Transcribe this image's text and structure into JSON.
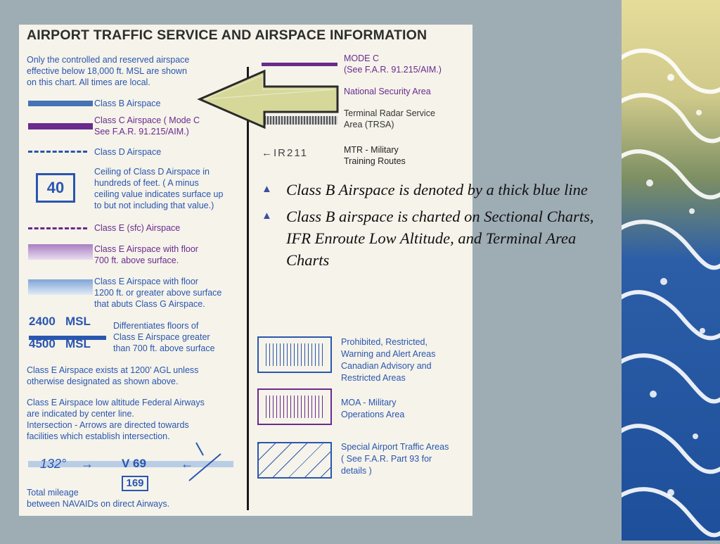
{
  "legend": {
    "title": "AIRPORT TRAFFIC SERVICE AND AIRSPACE INFORMATION",
    "intro": [
      "Only the controlled and reserved airspace",
      "effective below 18,000 ft. MSL are shown",
      "on this chart.  All times are local."
    ],
    "class_b": "Class B Airspace",
    "class_c": [
      "Class C Airspace ( Mode C",
      "See F.A.R. 91.215/AIM.)"
    ],
    "class_d": "Class D Airspace",
    "ceiling_value": "40",
    "ceiling_text": [
      "Ceiling of Class D Airspace in",
      "hundreds of feet. ( A minus",
      "ceiling value indicates surface up",
      "to but not including that value.)"
    ],
    "class_e_sfc": "Class E (sfc) Airspace",
    "class_e_700": [
      "Class E Airspace with floor",
      "700 ft. above surface."
    ],
    "class_e_1200": [
      "Class E Airspace with floor",
      "1200 ft. or greater above surface",
      "that abuts Class G Airspace."
    ],
    "msl_top": "2400   MSL",
    "msl_bottom": "4500   MSL",
    "msl_text": [
      "Differentiates floors of",
      "Class E Airspace greater",
      "than 700 ft. above surface"
    ],
    "agl_note": [
      "Class E Airspace exists at 1200' AGL unless",
      "otherwise designated as shown above."
    ],
    "airways_note": [
      "Class E Airspace low altitude Federal Airways",
      "are indicated by center line.",
      "Intersection - Arrows are directed towards",
      "facilities which establish intersection."
    ],
    "airway_bearing": "132°",
    "airway_name": "V 69",
    "mileage_value": "169",
    "mileage_text": [
      "Total mileage",
      "between NAVAIDs on direct Airways."
    ],
    "mode_c": [
      "MODE C",
      "(See F.A.R. 91.215/AIM.)"
    ],
    "nsa": "National Security Area",
    "trsa": [
      "Terminal Radar Service",
      "Area (TRSA)"
    ],
    "mtr_sample": "IR211",
    "mtr": [
      "MTR - Military",
      "Training Routes"
    ]
  },
  "lower": {
    "prohibited": [
      "Prohibited, Restricted,",
      "Warning and Alert Areas",
      "Canadian Advisory and",
      "Restricted Areas"
    ],
    "moa": [
      "MOA - Military",
      "Operations Area"
    ],
    "special": [
      "Special Airport Traffic Areas",
      "( See F.A.R. Part 93 for",
      "details )"
    ]
  },
  "bullets": [
    "Class B Airspace is denoted by a thick blue line",
    "Class B airspace is charted on Sectional Charts, IFR Enroute Low Altitude, and Terminal Area Charts"
  ],
  "colors": {
    "background": "#9eacb4",
    "legend_blue": "#2a56b0",
    "legend_purple": "#6a2a8e",
    "arrow_fill": "#d6d89a"
  },
  "icons": {
    "bullet": "arrowhead-bullet-icon",
    "pointer": "left-arrow-icon"
  }
}
